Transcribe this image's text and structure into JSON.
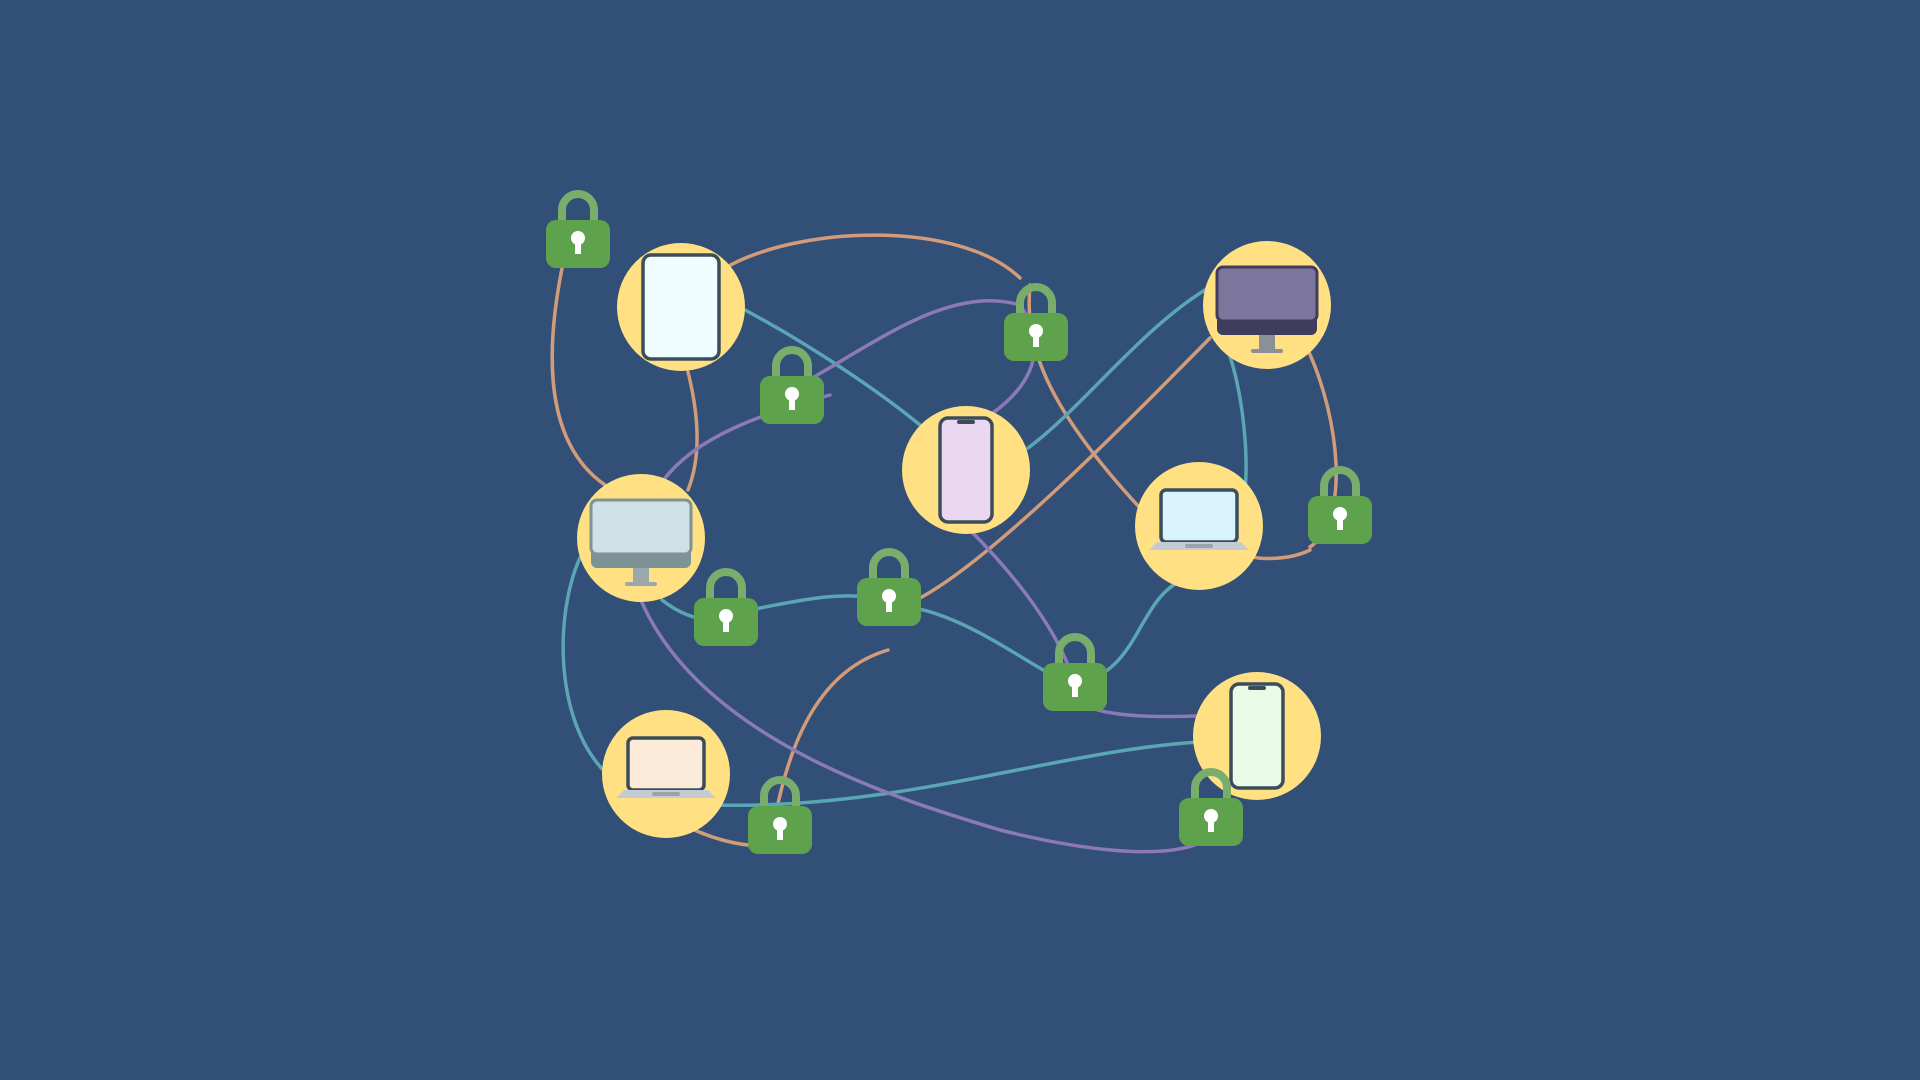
{
  "colors": {
    "background": "#324f77",
    "node_fill": "#ffe082",
    "lock_body": "#5fa24e",
    "lock_shackle": "#79ad6c",
    "keyhole": "#ffffff",
    "link_tan": "#d29c78",
    "link_teal": "#5aa6b4",
    "link_purple": "#8c7ab8",
    "device_outline": "#3b4d5a",
    "device_stand": "#9aa7ad",
    "laptop_base": "#c5cbd3"
  },
  "devices": [
    {
      "name": "tablet-node",
      "icon": "tablet-icon",
      "screen": "#eefdff"
    },
    {
      "name": "monitor-node-dark",
      "icon": "desktop-monitor-icon",
      "screen": "#7c769c"
    },
    {
      "name": "phone-node-center",
      "icon": "smartphone-icon",
      "screen": "#ead7f1"
    },
    {
      "name": "monitor-node-left",
      "icon": "desktop-monitor-icon",
      "screen": "#cfe1e6"
    },
    {
      "name": "laptop-node-right",
      "icon": "laptop-icon",
      "screen": "#d8f3fb"
    },
    {
      "name": "laptop-node-bottom",
      "icon": "laptop-icon",
      "screen": "#fcebd8"
    },
    {
      "name": "phone-node-right",
      "icon": "smartphone-icon",
      "screen": "#e9fbe6"
    }
  ],
  "locks": [
    {
      "name": "lock-1",
      "icon": "padlock-icon"
    },
    {
      "name": "lock-2",
      "icon": "padlock-icon"
    },
    {
      "name": "lock-3",
      "icon": "padlock-icon"
    },
    {
      "name": "lock-4",
      "icon": "padlock-icon"
    },
    {
      "name": "lock-5",
      "icon": "padlock-icon"
    },
    {
      "name": "lock-6",
      "icon": "padlock-icon"
    },
    {
      "name": "lock-7",
      "icon": "padlock-icon"
    },
    {
      "name": "lock-8",
      "icon": "padlock-icon"
    },
    {
      "name": "lock-9",
      "icon": "padlock-icon"
    },
    {
      "name": "lock-10",
      "icon": "padlock-icon"
    }
  ]
}
